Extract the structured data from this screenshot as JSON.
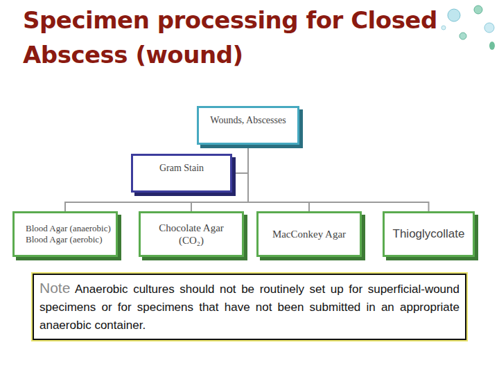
{
  "diagram": {
    "title": "Specimen processing for Closed Abscess (wound)",
    "nodes": [
      {
        "text": [
          "Wounds, Abscesses"
        ]
      },
      {
        "text": [
          "Gram Stain"
        ]
      },
      {
        "text": [
          "Blood Agar (anaerobic)",
          "Blood Agar (aerobic)"
        ]
      },
      {
        "text": [
          "Chocolate Agar (CO₂)"
        ]
      },
      {
        "text": [
          "MacConkey Agar"
        ]
      },
      {
        "text": [
          "Thioglycollate"
        ]
      },
      {
        "text": [
          "Note",
          "Anaerobic cultures should not be routinely set up for superficial-wound specimens or for specimens that have not been submitted in an appropriate anaerobic container."
        ]
      }
    ],
    "edges": [
      {
        "from": 0,
        "to": 1,
        "arrow": "none"
      },
      {
        "from": 0,
        "to": 2,
        "arrow": "none"
      },
      {
        "from": 0,
        "to": 3,
        "arrow": "none"
      },
      {
        "from": 0,
        "to": 4,
        "arrow": "none"
      },
      {
        "from": 0,
        "to": 5,
        "arrow": "none"
      }
    ]
  }
}
